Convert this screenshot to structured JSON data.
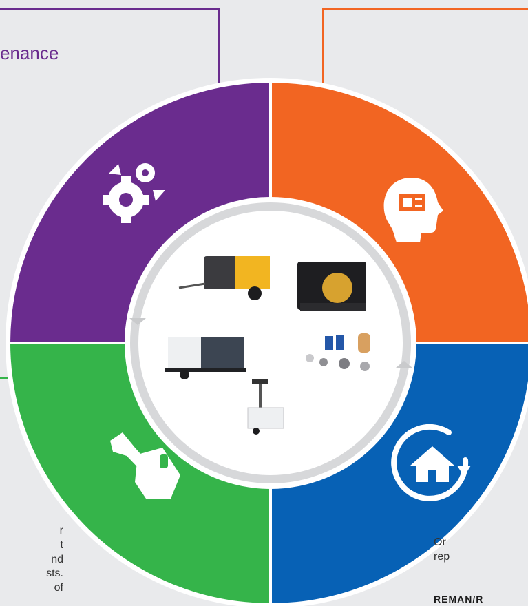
{
  "heading": {
    "maintenance": "enance"
  },
  "left_text": [
    "r",
    "t",
    "nd",
    "sts.",
    "of"
  ],
  "right_text": [
    "Or",
    "rep"
  ],
  "right_caption": "REMAN/R",
  "icons": {
    "maintenance": "gears-icon",
    "technology": "head-chip-icon",
    "repair": "wrench-icon",
    "return": "house-cycle-icon"
  },
  "center_products": [
    "portable-compressor",
    "pump-unit",
    "generator-trailer",
    "spare-parts",
    "light-tower"
  ],
  "colors": {
    "purple": "#6a2c8e",
    "orange": "#f26522",
    "green": "#35b44a",
    "blue": "#0761b5",
    "ring": "#ffffff",
    "background": "#e9eaec"
  }
}
